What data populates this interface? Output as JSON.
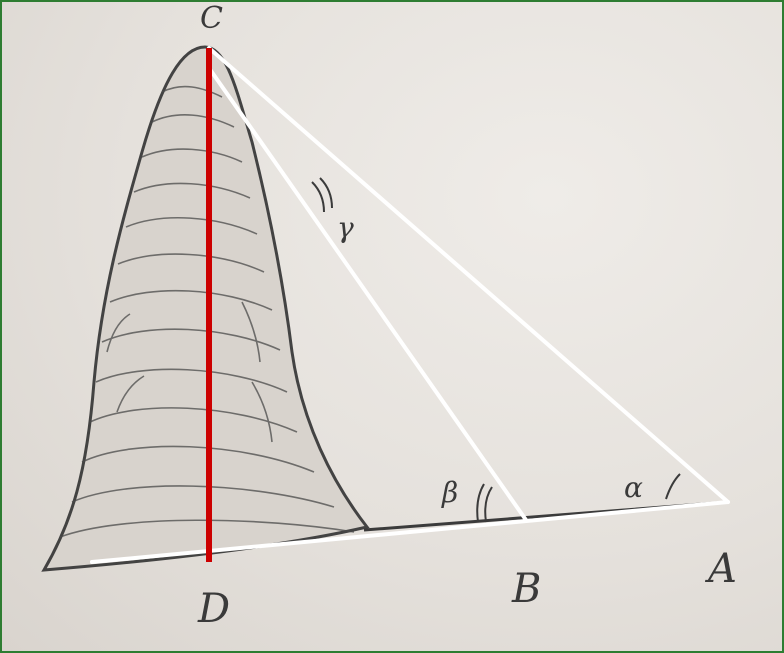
{
  "diagram": {
    "points": {
      "top": "C",
      "foot": "D",
      "near": "B",
      "far": "A"
    },
    "angles": {
      "alpha": "α",
      "beta": "β",
      "gamma": "γ"
    },
    "colors": {
      "frame": "#2e7d32",
      "height_line": "#cc0000",
      "construction_lines": "#ffffff",
      "sketch": "#3b3b3b"
    }
  }
}
